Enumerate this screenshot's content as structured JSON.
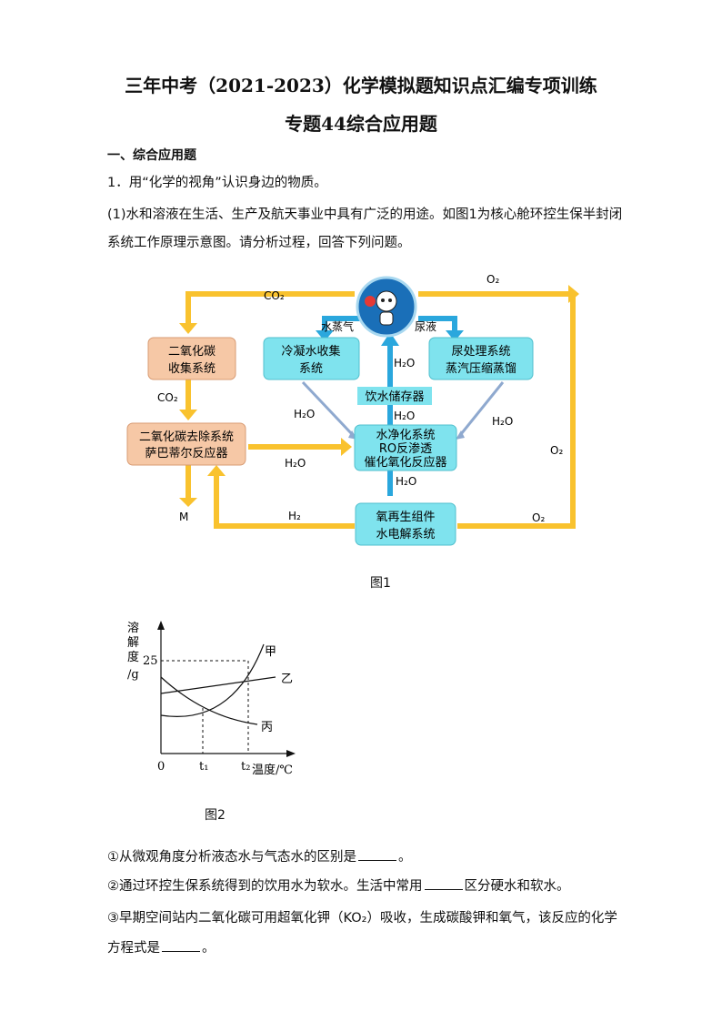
{
  "header": {
    "title_line1": "三年中考（2021-2023）化学模拟题知识点汇编专项训练",
    "title_line2": "专题44综合应用题"
  },
  "section": {
    "heading": "一、综合应用题"
  },
  "question1": {
    "stem": "1．用“化学的视角”认识身边的物质。",
    "part1": "(1)水和溶液在生活、生产及航天事业中具有广泛的用途。如图1为核心舱环控生保半封闭系统工作原理示意图。请分析过程，回答下列问题。"
  },
  "figure1": {
    "caption": "图1",
    "boxes": {
      "co2_collect": [
        "二氧化碳",
        "收集系统"
      ],
      "co2_remove": [
        "二氧化碳去除系统",
        "萨巴蒂尔反应器"
      ],
      "condense": [
        "冷凝水收集",
        "系统"
      ],
      "urine": [
        "尿处理系统",
        "蒸汽压缩蒸馏"
      ],
      "drink": "饮水储存器",
      "purify": [
        "水净化系统",
        "RO反渗透",
        "催化氧化反应器"
      ],
      "oxygen": [
        "氧再生组件",
        "水电解系统"
      ]
    },
    "labels": {
      "co2_top": "CO₂",
      "co2_mid": "CO₂",
      "o2_top": "O₂",
      "o2_right": "O₂",
      "o2_bottom": "O₂",
      "h2": "H₂",
      "m": "M",
      "vapor": "水蒸气",
      "urine_liquid": "尿液",
      "h2o_up": "H₂O",
      "h2o_left": "H₂O",
      "h2o_right": "H₂O",
      "h2o_mid": "H₂O",
      "h2o_center": "H₂O",
      "h2o_lower": "H₂O"
    }
  },
  "figure2": {
    "caption": "图2",
    "ylabel": [
      "溶",
      "解",
      "度",
      "/g"
    ],
    "y_tick": "25",
    "x_origin": "0",
    "x_t1": "t₁",
    "x_t2": "t₂",
    "xlabel": "温度/℃",
    "series": [
      "甲",
      "乙",
      "丙"
    ]
  },
  "questions": {
    "a": "①从微观角度分析液态水与气态水的区别是",
    "a_end": "。",
    "b": "②通过环控生保系统得到的饮用水为软水。生活中常用",
    "b_end": "区分硬水和软水。",
    "c": "③早期空间站内二氧化碳可用超氧化钾（KO₂）吸收，生成碳酸钾和氧气，该反应的化学方程式是",
    "c_end": "。"
  },
  "colors": {
    "arrow_yellow": "#f9c22e",
    "box_orange": "#f6c8a6",
    "box_cyan": "#7fe3ee",
    "arrow_blue": "#2aa7dd",
    "arrow_steel": "#8fa9cf"
  }
}
